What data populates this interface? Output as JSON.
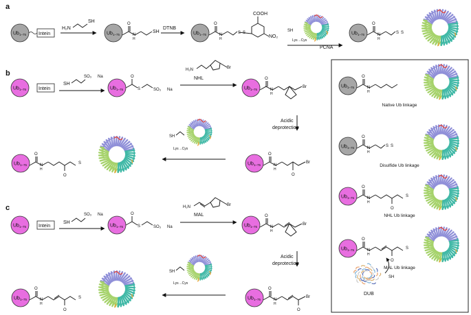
{
  "panels": {
    "a": {
      "letter": "a"
    },
    "b": {
      "letter": "b"
    },
    "c": {
      "letter": "c"
    }
  },
  "labels": {
    "ub": "Ub",
    "ub_sub": "1–75",
    "intein": "Intein",
    "sh": "SH",
    "h2n": "H₂N",
    "h": "H",
    "n": "N",
    "o": "O",
    "s": "S",
    "br": "Br",
    "so3": "SO₃",
    "na": "Na",
    "cooh": "COOH",
    "no2": "NO₂",
    "dtnb": "DTNB",
    "lys_cys": "Lys→Cys",
    "pcna": "PCNA",
    "nhl": "NHL",
    "mal": "MAL",
    "acidic": "Acidic",
    "deprotection": "deprotection",
    "dub": "DUB"
  },
  "linkages": {
    "native": "Native Ub linkage",
    "disulfide": "Disulfide Ub linkage",
    "nhl": "NHL Ub linkage",
    "mal": "MAL Ub linkage"
  },
  "colors": {
    "ub_grey": "#a6a6a6",
    "ub_magenta": "#e86ee0",
    "pcna_purple": "#8f8fd8",
    "pcna_green": "#a5d26a",
    "pcna_teal": "#3fb8a6",
    "pcna_red": "#e0443c",
    "pcna_orange": "#f0a030"
  }
}
